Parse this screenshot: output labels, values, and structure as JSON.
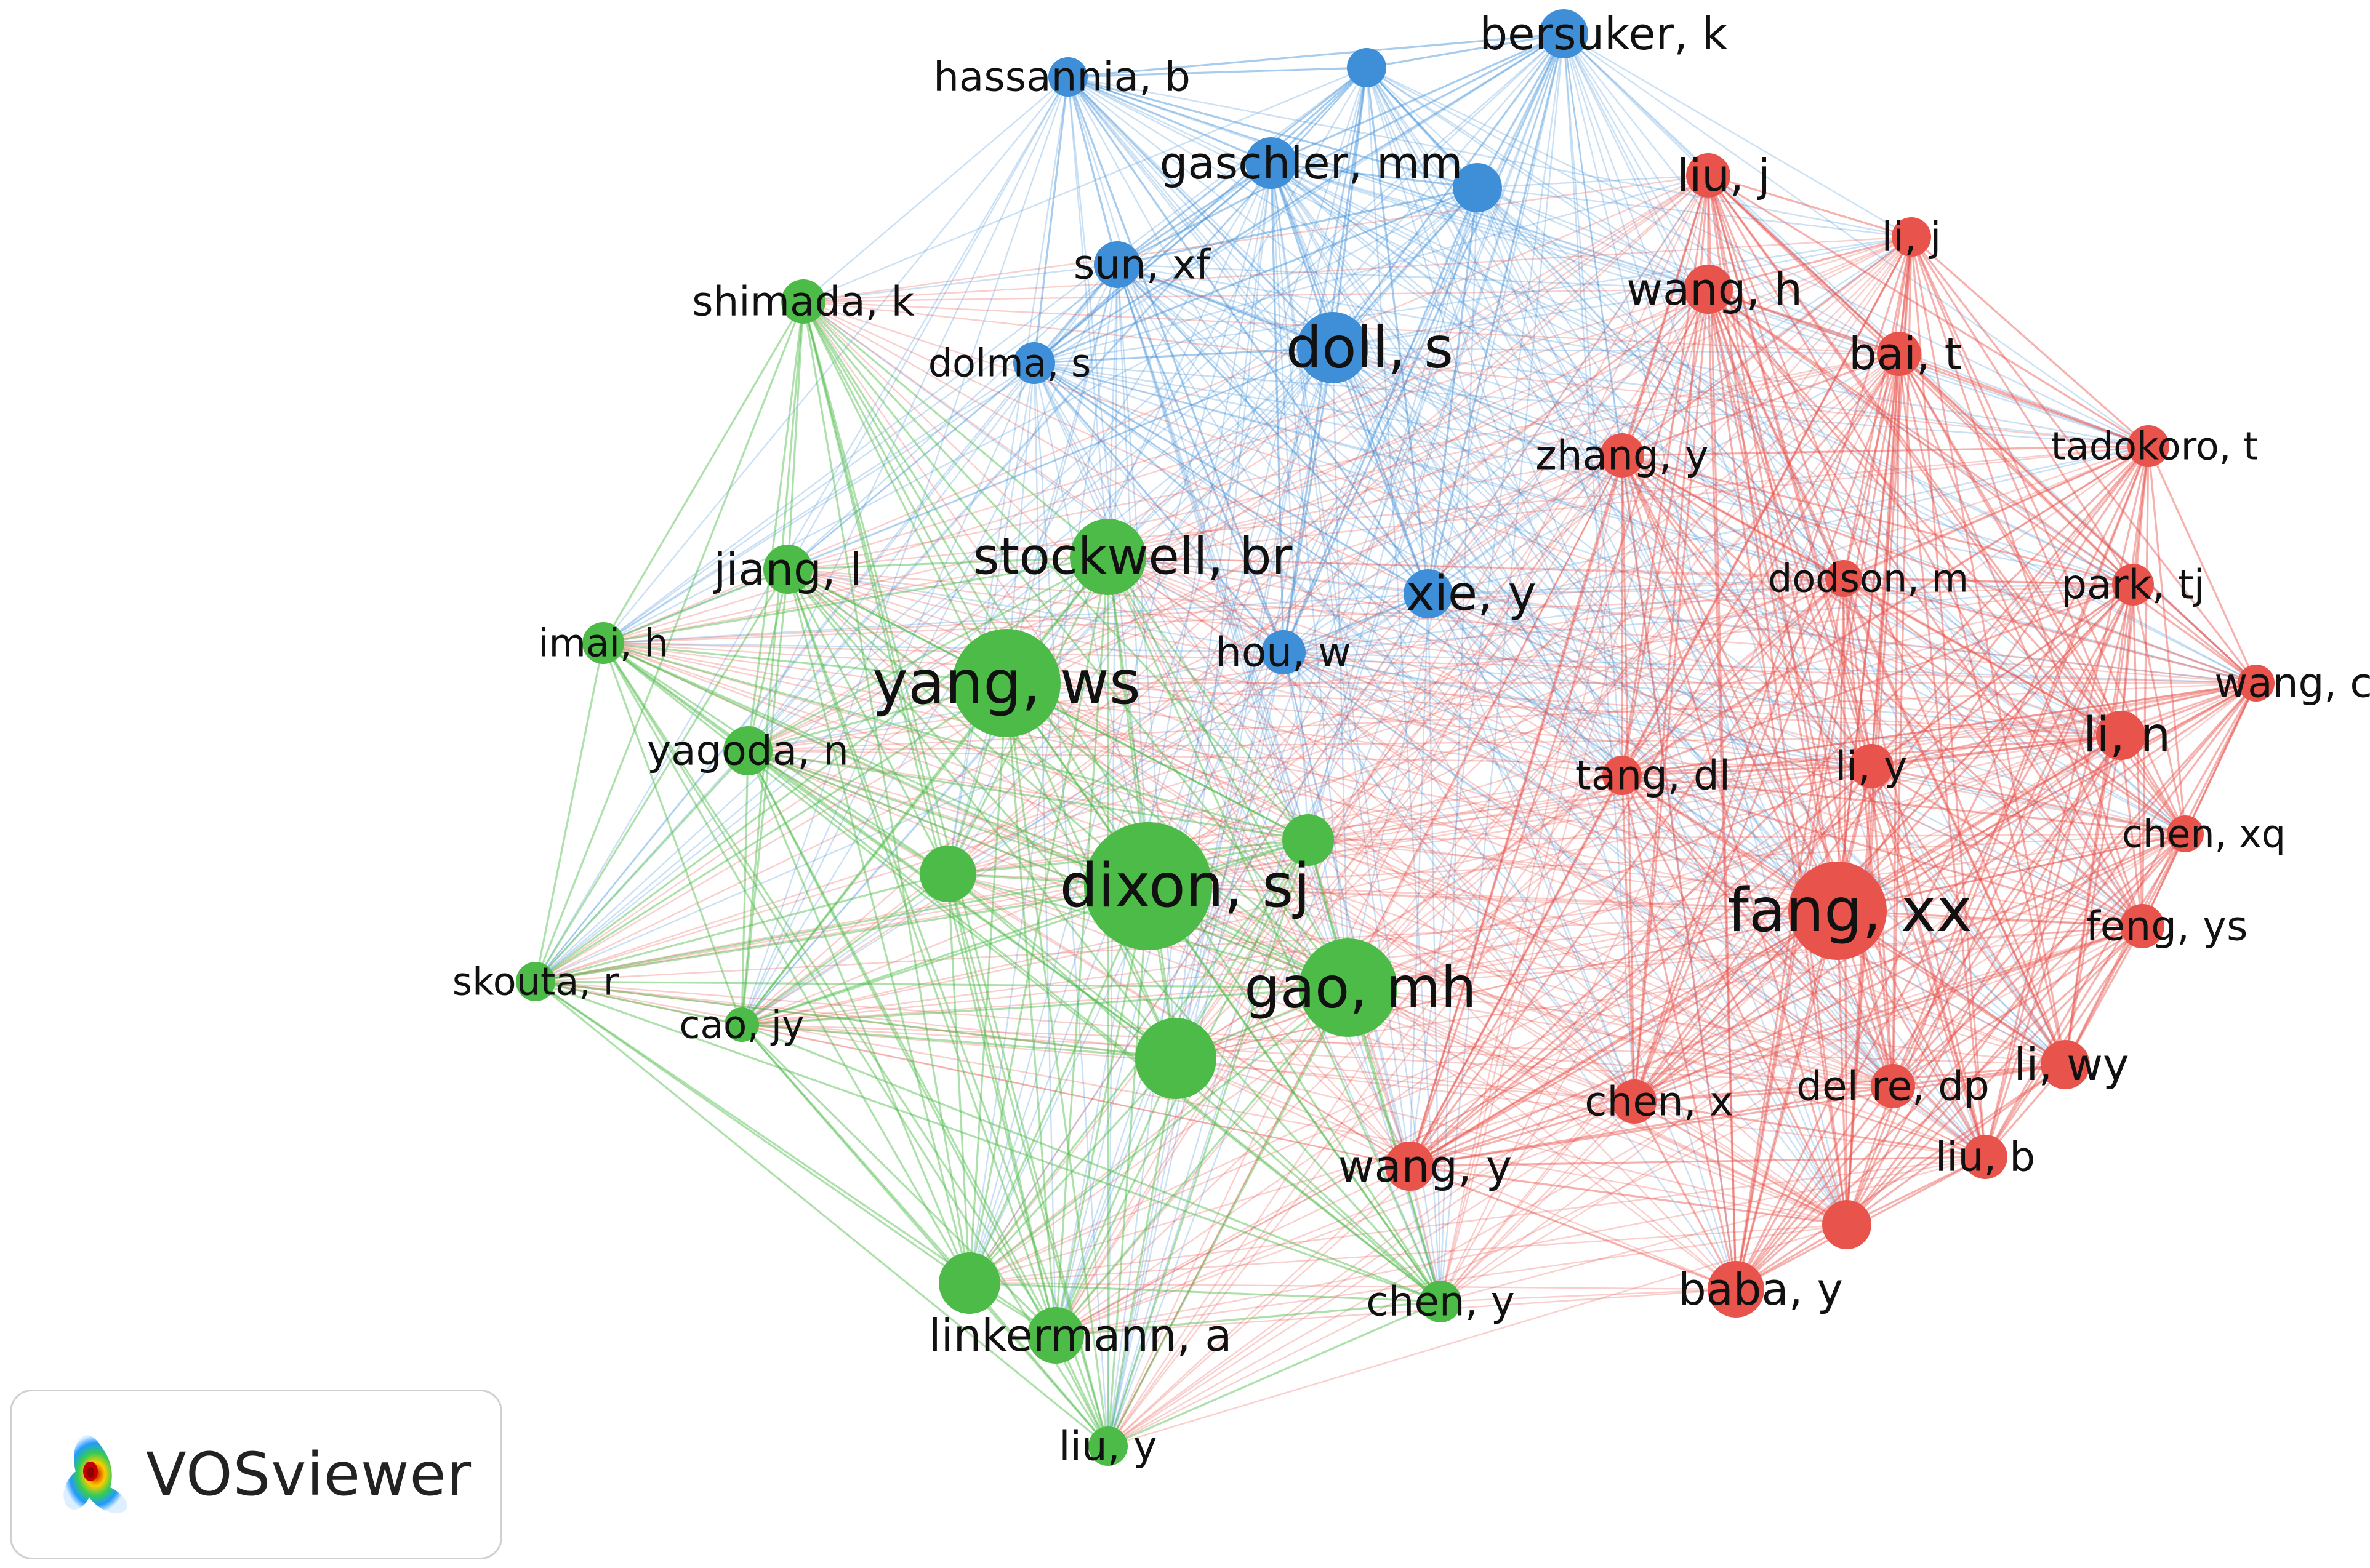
{
  "network": {
    "clusters": [
      {
        "id": "red",
        "color": "#e8534c"
      },
      {
        "id": "green",
        "color": "#4cbb47"
      },
      {
        "id": "blue",
        "color": "#3f8ed8"
      }
    ],
    "nodes": [
      {
        "id": "bersuker_k",
        "label": "bersuker, k",
        "cluster": "blue"
      },
      {
        "id": "hassannia_b",
        "label": "hassannia, b",
        "cluster": "blue"
      },
      {
        "id": "blue_unlabeled_1",
        "label": "",
        "cluster": "blue"
      },
      {
        "id": "gaschler_mm",
        "label": "gaschler, mm",
        "cluster": "blue"
      },
      {
        "id": "blue_unlabeled_2",
        "label": "",
        "cluster": "blue"
      },
      {
        "id": "sun_xf",
        "label": "sun, xf",
        "cluster": "blue"
      },
      {
        "id": "doll_s",
        "label": "doll, s",
        "cluster": "blue"
      },
      {
        "id": "dolma_s",
        "label": "dolma, s",
        "cluster": "blue"
      },
      {
        "id": "xie_y",
        "label": "xie, y",
        "cluster": "blue"
      },
      {
        "id": "hou_w",
        "label": "hou, w",
        "cluster": "blue"
      },
      {
        "id": "liu_j",
        "label": "liu, j",
        "cluster": "red"
      },
      {
        "id": "li_j",
        "label": "li, j",
        "cluster": "red"
      },
      {
        "id": "wang_h",
        "label": "wang, h",
        "cluster": "red"
      },
      {
        "id": "bai_t",
        "label": "bai, t",
        "cluster": "red"
      },
      {
        "id": "zhang_y",
        "label": "zhang, y",
        "cluster": "red"
      },
      {
        "id": "tadokoro_t",
        "label": "tadokoro, t",
        "cluster": "red"
      },
      {
        "id": "dodson_m",
        "label": "dodson, m",
        "cluster": "red"
      },
      {
        "id": "park_tj",
        "label": "park, tj",
        "cluster": "red"
      },
      {
        "id": "wang_cy",
        "label": "wang, cy",
        "cluster": "red"
      },
      {
        "id": "li_n",
        "label": "li, n",
        "cluster": "red"
      },
      {
        "id": "tang_dl",
        "label": "tang, dl",
        "cluster": "red"
      },
      {
        "id": "li_y",
        "label": "li, y",
        "cluster": "red"
      },
      {
        "id": "chen_xq",
        "label": "chen, xq",
        "cluster": "red"
      },
      {
        "id": "fang_xx",
        "label": "fang, xx",
        "cluster": "red"
      },
      {
        "id": "feng_ys",
        "label": "feng, ys",
        "cluster": "red"
      },
      {
        "id": "li_wy",
        "label": "li, wy",
        "cluster": "red"
      },
      {
        "id": "del_re_dp",
        "label": "del re, dp",
        "cluster": "red"
      },
      {
        "id": "chen_x",
        "label": "chen, x",
        "cluster": "red"
      },
      {
        "id": "liu_b",
        "label": "liu, b",
        "cluster": "red"
      },
      {
        "id": "wang_y",
        "label": "wang, y",
        "cluster": "red"
      },
      {
        "id": "red_unlabeled_1",
        "label": "",
        "cluster": "red"
      },
      {
        "id": "baba_y",
        "label": "baba, y",
        "cluster": "red"
      },
      {
        "id": "shimada_k",
        "label": "shimada, k",
        "cluster": "green"
      },
      {
        "id": "jiang_l",
        "label": "jiang, l",
        "cluster": "green"
      },
      {
        "id": "stockwell_br",
        "label": "stockwell, br",
        "cluster": "green"
      },
      {
        "id": "imai_h",
        "label": "imai, h",
        "cluster": "green"
      },
      {
        "id": "yang_ws",
        "label": "yang, ws",
        "cluster": "green"
      },
      {
        "id": "yagoda_n",
        "label": "yagoda, n",
        "cluster": "green"
      },
      {
        "id": "dixon_sj",
        "label": "dixon, sj",
        "cluster": "green"
      },
      {
        "id": "green_unlabeled_1",
        "label": "",
        "cluster": "green"
      },
      {
        "id": "green_unlabeled_2",
        "label": "",
        "cluster": "green"
      },
      {
        "id": "gao_mh",
        "label": "gao, mh",
        "cluster": "green"
      },
      {
        "id": "skouta_r",
        "label": "skouta, r",
        "cluster": "green"
      },
      {
        "id": "cao_jy",
        "label": "cao, jy",
        "cluster": "green"
      },
      {
        "id": "green_unlabeled_3",
        "label": "",
        "cluster": "green"
      },
      {
        "id": "green_unlabeled_4",
        "label": "",
        "cluster": "green"
      },
      {
        "id": "linkermann_a",
        "label": "linkermann, a",
        "cluster": "green"
      },
      {
        "id": "chen_y",
        "label": "chen, y",
        "cluster": "green"
      },
      {
        "id": "liu_y",
        "label": "liu, y",
        "cluster": "green"
      }
    ]
  },
  "logo": {
    "text": "VOSviewer",
    "icon": "vosviewer-density-icon"
  }
}
